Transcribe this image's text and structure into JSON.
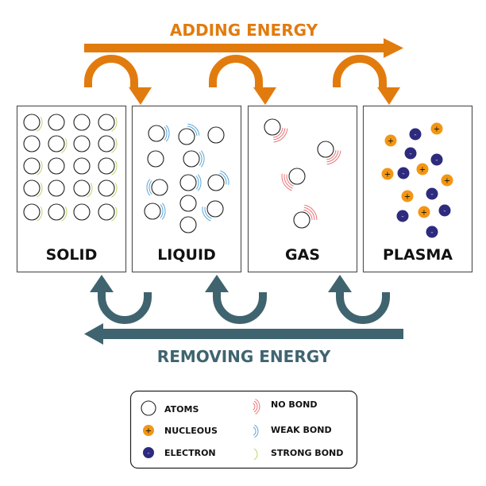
{
  "title_top": "ADDING ENERGY",
  "title_bottom": "REMOVING ENERGY",
  "colors": {
    "adding": "#e27b0e",
    "removing": "#3f6470",
    "nucleus": "#f39612",
    "electron": "#2e2a7d",
    "no_bond": "#ec7478",
    "weak_bond": "#5aa6d8",
    "strong_bond": "#b7d66a"
  },
  "states": [
    {
      "id": "solid",
      "label": "SOLID"
    },
    {
      "id": "liquid",
      "label": "LIQUID"
    },
    {
      "id": "gas",
      "label": "GAS"
    },
    {
      "id": "plasma",
      "label": "PLASMA"
    }
  ],
  "legend": {
    "items": [
      {
        "icon": "atom-icon",
        "label": "ATOMS"
      },
      {
        "icon": "nucleus-icon",
        "label": "NUCLEOUS",
        "symbol": "+"
      },
      {
        "icon": "electron-icon",
        "label": "ELECTRON",
        "symbol": "-"
      },
      {
        "icon": "no-bond-icon",
        "label": "NO BOND"
      },
      {
        "icon": "weak-bond-icon",
        "label": "WEAK BOND"
      },
      {
        "icon": "strong-bond-icon",
        "label": "STRONG BOND"
      }
    ]
  }
}
